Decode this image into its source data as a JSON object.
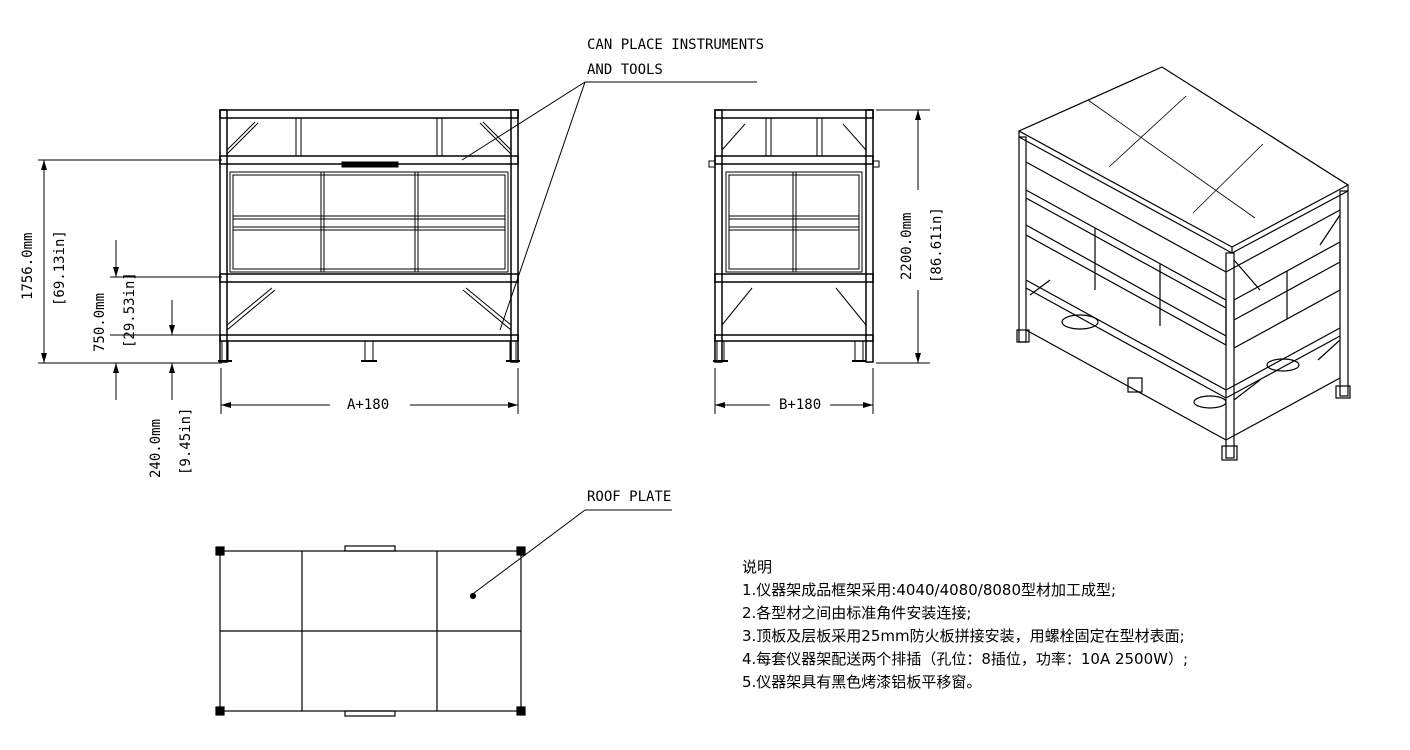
{
  "callouts": {
    "instruments_line1": "CAN PLACE INSTRUMENTS",
    "instruments_line2": "AND TOOLS",
    "roof_plate": "ROOF PLATE"
  },
  "dimensions": {
    "height_1756": "1756.0mm",
    "height_1756_in": "[69.13in]",
    "height_750": "750.0mm",
    "height_750_in": "[29.53in]",
    "height_240": "240.0mm",
    "height_240_in": "[9.45in]",
    "height_2200": "2200.0mm",
    "height_2200_in": "[86.61in]",
    "width_front": "A+180",
    "width_side": "B+180"
  },
  "notes": {
    "title": "说明",
    "items": [
      "1.仪器架成品框架采用:4040/4080/8080型材加工成型;",
      "2.各型材之间由标准角件安装连接;",
      "3.顶板及层板采用25mm防火板拼接安装，用螺栓固定在型材表面;",
      "4.每套仪器架配送两个排插（孔位：8插位，功率：10A 2500W）;",
      "5.仪器架具有黑色烤漆铝板平移窗。"
    ]
  }
}
